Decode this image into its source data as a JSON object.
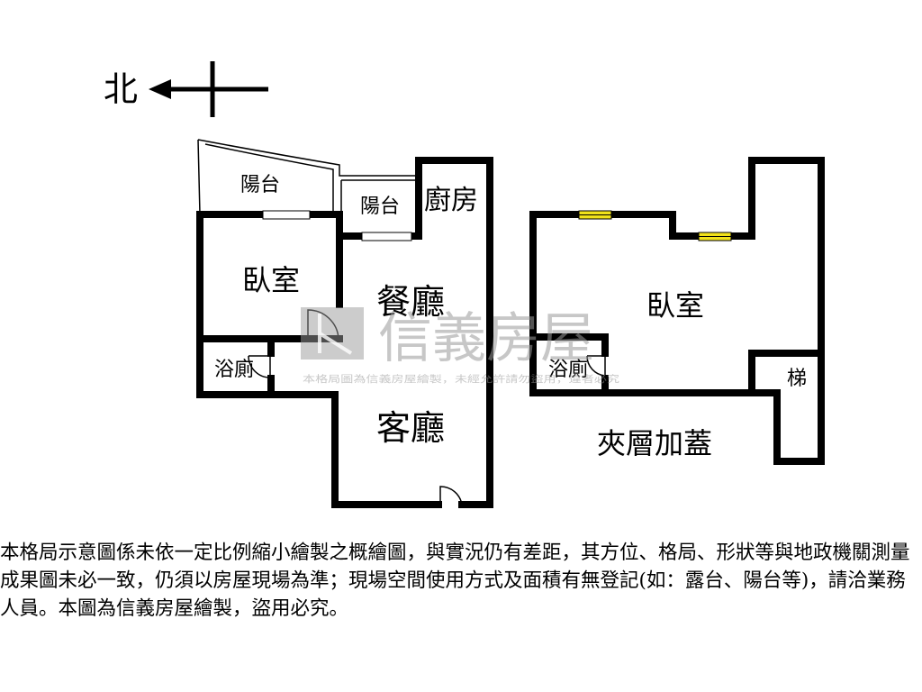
{
  "compass": {
    "label": "北"
  },
  "floor_lower": {
    "rooms": {
      "balcony_west": "陽台",
      "balcony_mid": "陽台",
      "kitchen": "廚房",
      "bedroom": "臥室",
      "dining": "餐廳",
      "bathroom": "浴廁",
      "living": "客廳"
    }
  },
  "floor_upper": {
    "rooms": {
      "bedroom": "臥室",
      "bathroom": "浴廁",
      "stairs": "梯",
      "mezzanine_label": "夾層加蓋"
    }
  },
  "watermark": {
    "logo_text": "信義房屋",
    "small_text": "本格局圖為信義房屋繪製，未經允許請勿盜用，違者必究"
  },
  "disclaimer": "本格局示意圖係未依一定比例縮小繪製之概繪圖，與實況仍有差距，其方位、格局、形狀等與地政機關測量成果圖未必一致，仍須以房屋現場為準；現場空間使用方式及面積有無登記(如：露台、陽台等)，請洽業務人員。本圖為信義房屋繪製，盜用必究。",
  "colors": {
    "window_yellow": "#f2e21a",
    "wall": "#000000",
    "watermark": "#9a9a9a"
  }
}
